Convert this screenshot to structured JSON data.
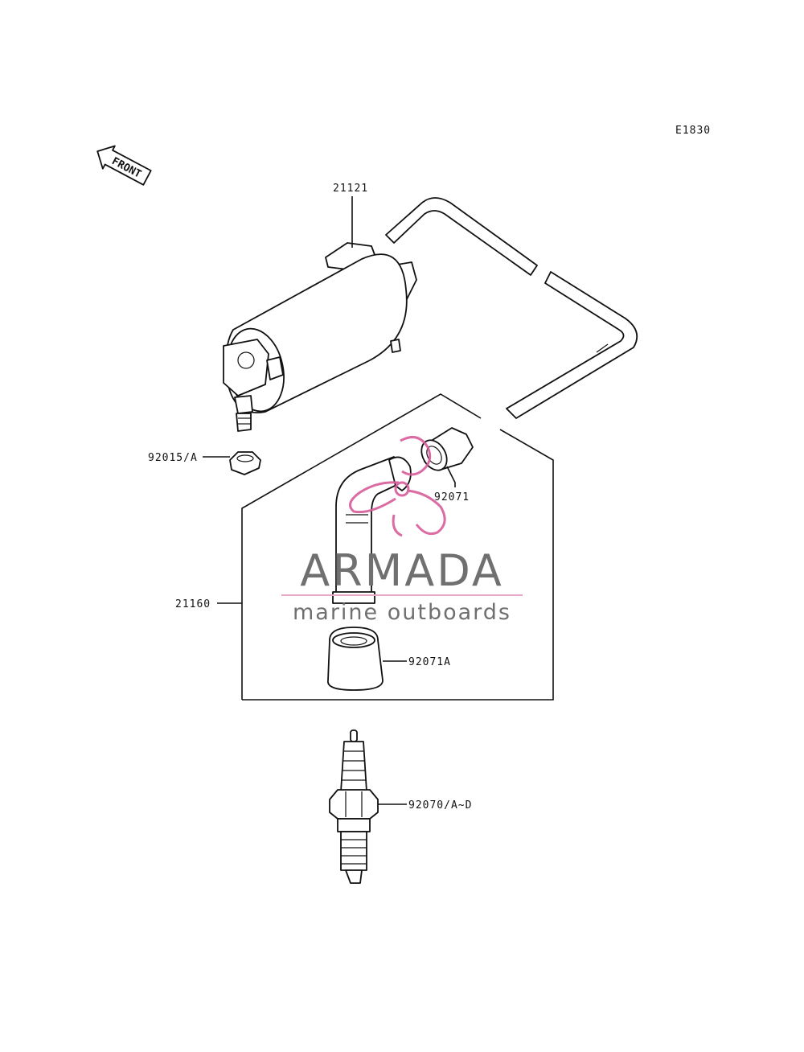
{
  "diagram": {
    "figure_code": "E1830",
    "front_arrow_text": "FRONT",
    "labels": {
      "coil": "21121",
      "nut": "92015/A",
      "cap_seal": "92071",
      "plug_cap": "21160",
      "cap_boot": "92071A",
      "spark_plug": "92070/A~D"
    }
  },
  "watermark": {
    "brand": "ARMADA",
    "tagline": "marine outboards",
    "colors": {
      "text": "#707070",
      "logo": "#d85c9a",
      "divider": "#e8a9c8"
    }
  }
}
